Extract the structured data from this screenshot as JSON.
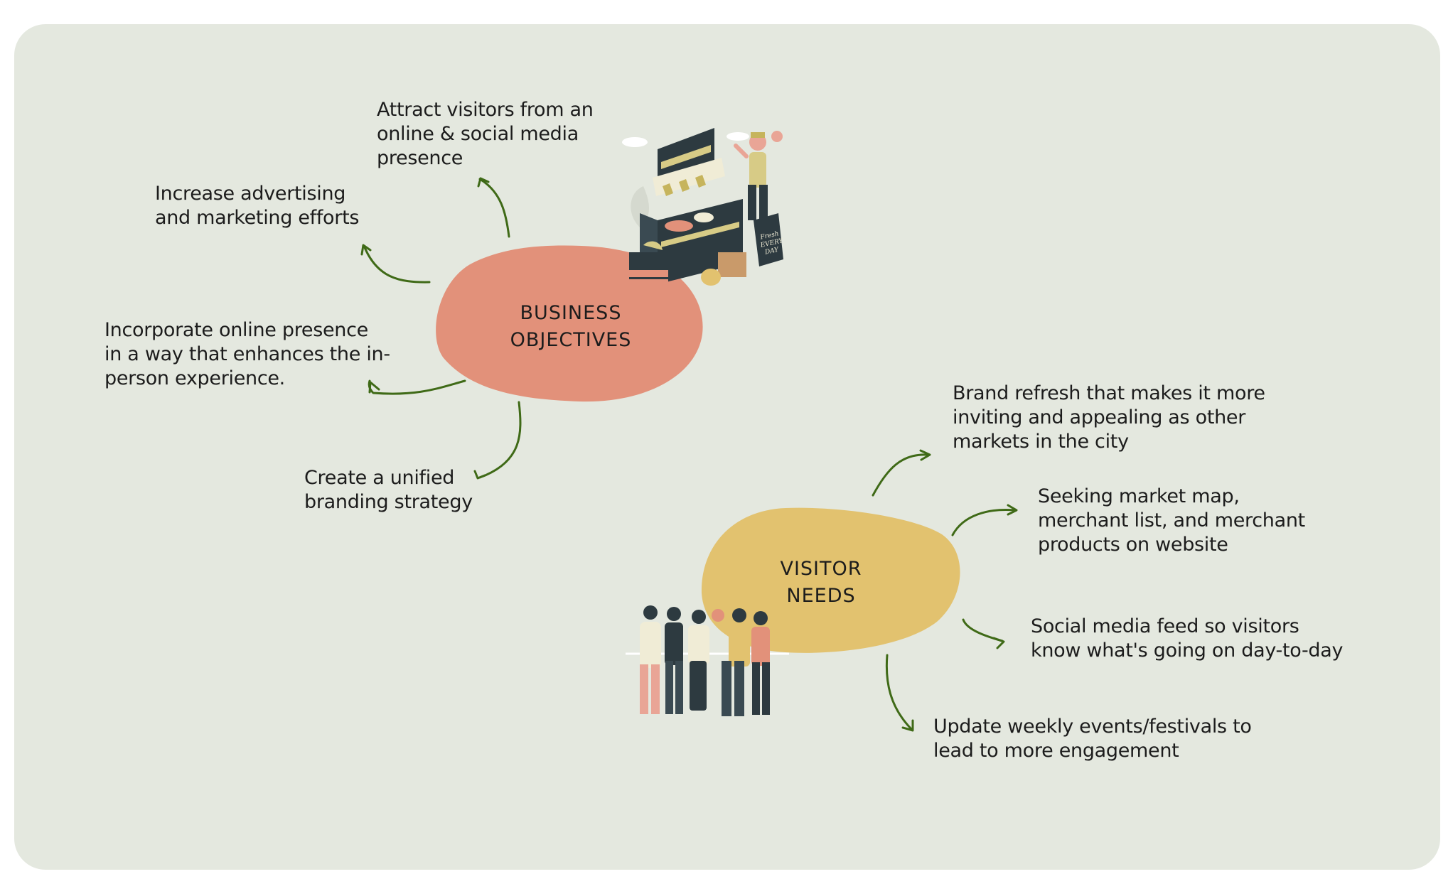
{
  "colors": {
    "background": "#e4e8df",
    "business_blob": "#e2917a",
    "visitor_blob": "#e2c26f",
    "arrow": "#3f6a17",
    "text": "#1c1c1c"
  },
  "nodes": {
    "business": {
      "label": "BUSINESS\nOBJECTIVES"
    },
    "visitor": {
      "label": "VISITOR\nNEEDS"
    }
  },
  "business_objectives": [
    {
      "text": "Attract visitors from an\nonline & social media\npresence"
    },
    {
      "text": "Increase advertising\nand marketing efforts"
    },
    {
      "text": "Incorporate online presence\nin a way that enhances the in-\nperson experience."
    },
    {
      "text": "Create a unified\nbranding strategy"
    }
  ],
  "visitor_needs": [
    {
      "text": "Brand refresh that makes it more\ninviting and  appealing as other\nmarkets in the city"
    },
    {
      "text": "Seeking market map,\nmerchant list, and merchant\nproducts on website"
    },
    {
      "text": "Social media feed so visitors\nknow what's going on day-to-day"
    },
    {
      "text": "Update weekly events/festivals to\nlead to more engagement"
    }
  ],
  "illustrations": {
    "market_stall": {
      "sign": "Fresh EVERY DAY",
      "icon": "market-stall-illustration"
    },
    "visitors_group": {
      "icon": "people-group-illustration"
    }
  }
}
